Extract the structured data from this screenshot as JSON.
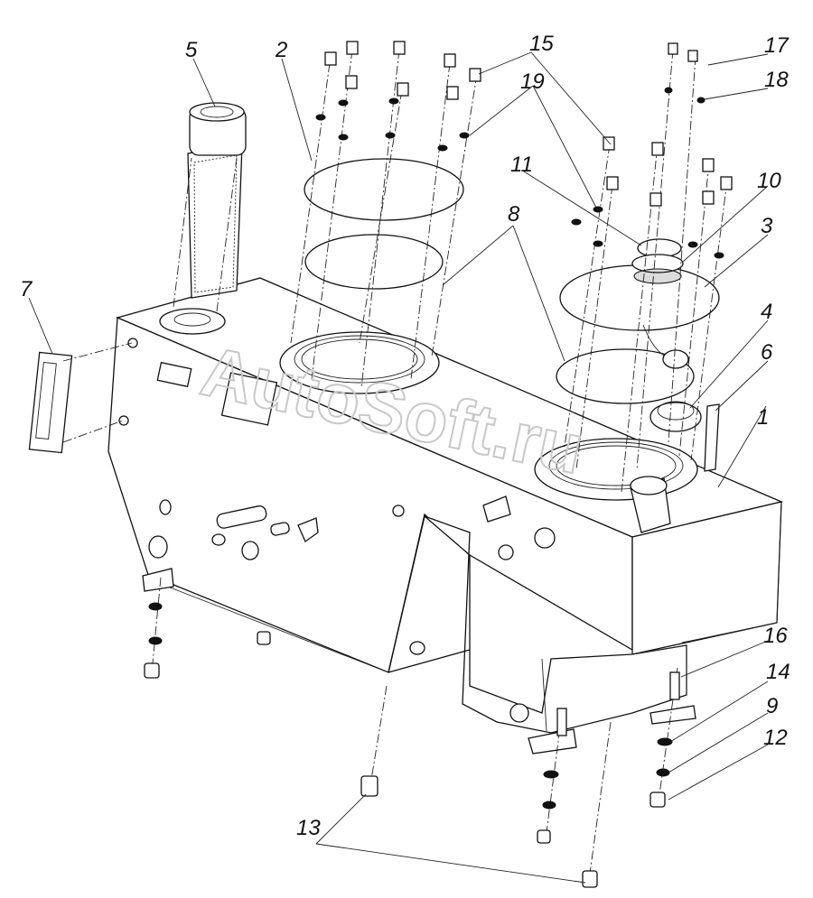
{
  "watermark": "AutoSoft.ru",
  "callouts": [
    {
      "id": "1",
      "text": "1"
    },
    {
      "id": "2",
      "text": "2"
    },
    {
      "id": "3",
      "text": "3"
    },
    {
      "id": "4",
      "text": "4"
    },
    {
      "id": "5",
      "text": "5"
    },
    {
      "id": "6",
      "text": "6"
    },
    {
      "id": "7",
      "text": "7"
    },
    {
      "id": "8",
      "text": "8"
    },
    {
      "id": "9",
      "text": "9"
    },
    {
      "id": "10",
      "text": "10"
    },
    {
      "id": "11",
      "text": "11"
    },
    {
      "id": "12",
      "text": "12"
    },
    {
      "id": "13",
      "text": "13"
    },
    {
      "id": "14",
      "text": "14"
    },
    {
      "id": "15",
      "text": "15"
    },
    {
      "id": "16",
      "text": "16"
    },
    {
      "id": "17",
      "text": "17"
    },
    {
      "id": "18",
      "text": "18"
    },
    {
      "id": "19",
      "text": "19"
    }
  ]
}
